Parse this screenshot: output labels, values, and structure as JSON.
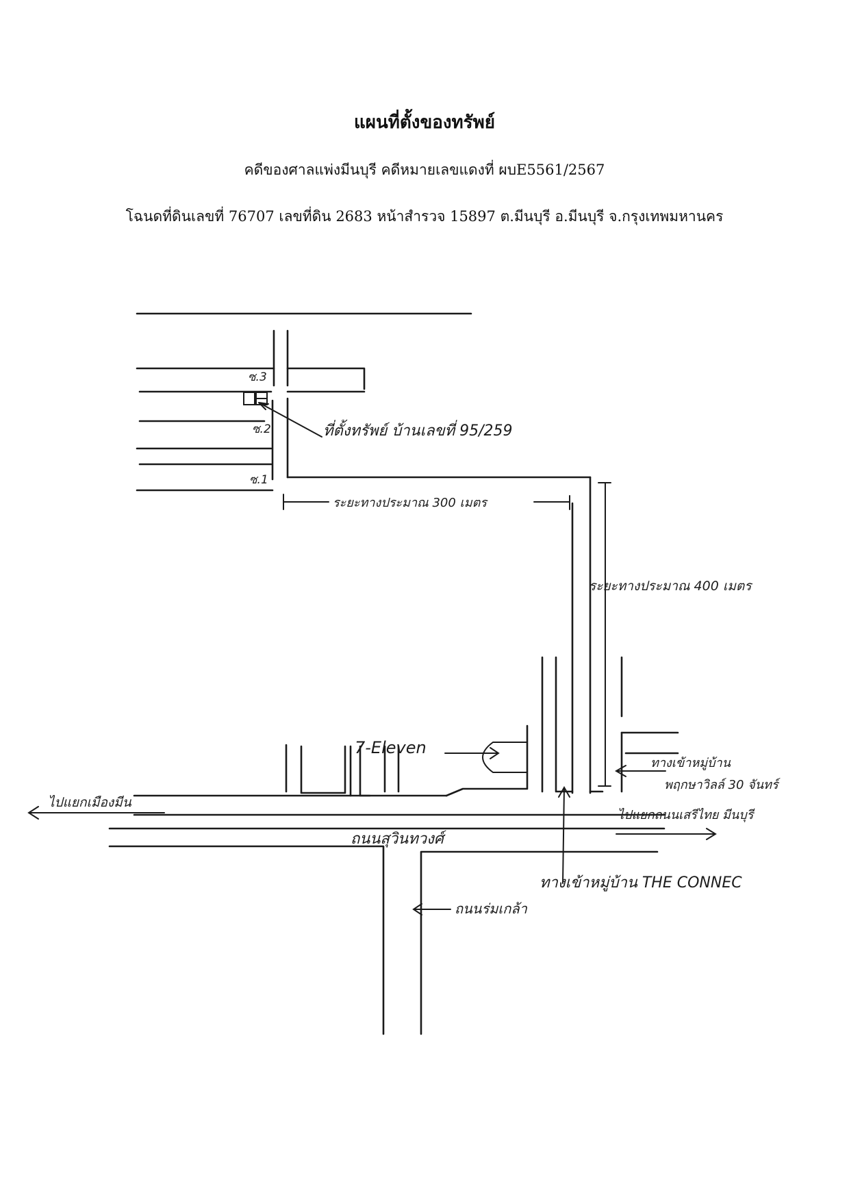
{
  "header": {
    "title": "แผนที่ตั้งของทรัพย์",
    "case_line": "คดีของศาลแพ่งมีนบุรี   คดีหมายเลขแดงที่ ผบE5561/2567",
    "deed_line": "โฉนดที่ดินเลขที่  76707  เลขที่ดิน  2683  หน้าสำรวจ 15897  ต.มีนบุรี   อ.มีนบุรี   จ.กรุงเทพมหานคร"
  },
  "map": {
    "soi_3": "ซ.3",
    "soi_2": "ซ.2",
    "soi_1": "ซ.1",
    "property": "ที่ตั้งทรัพย์ บ้านเลขที่ 95/259",
    "distance_300": "ระยะทางประมาณ 300 เมตร",
    "distance_400": "ระยะทางประมาณ 400 เมตร",
    "seven_eleven": "7-Eleven",
    "village_entrance_1": "ทางเข้าหมู่บ้าน",
    "village_entrance_2": "พฤกษาวิลล์ 30 จันทร์",
    "to_left": "ไปแยกเมืองมีน",
    "to_right": "ไปแยกถนนเสรีไทย มีนบุรี",
    "main_road": "ถนนสุวินทวงศ์",
    "the_connec": "ทางเข้าหมู่บ้าน THE CONNEC",
    "side_road": "ถนนร่มเกล้า"
  }
}
